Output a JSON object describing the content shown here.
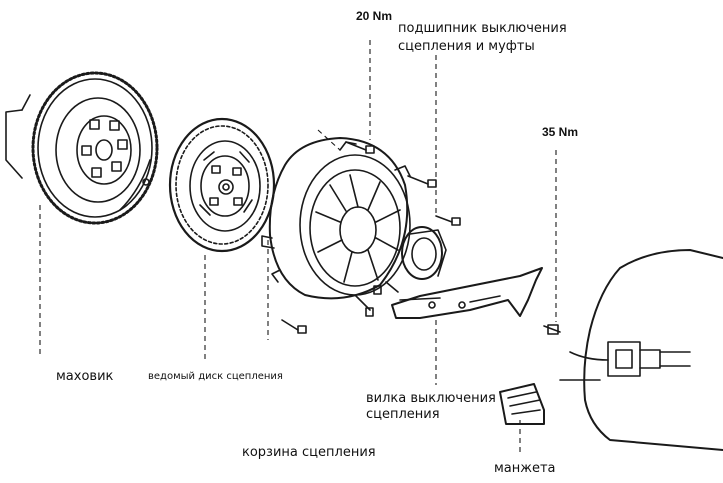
{
  "labels": {
    "flywheel": "маховик",
    "driven_disc": "ведомый диск сцепления",
    "pressure_plate": "корзина сцепления",
    "release_bearing_line1": "подшипник выключения",
    "release_bearing_line2": "сцепления и муфты",
    "release_fork_line1": "вилка выключения",
    "release_fork_line2": "сцепления",
    "boot": "манжета"
  },
  "torque": {
    "cover_bolts": "20 Nm",
    "fork_pivot": "35 Nm"
  },
  "colors": {
    "ink": "#1a1a1a",
    "paper": "#ffffff"
  }
}
